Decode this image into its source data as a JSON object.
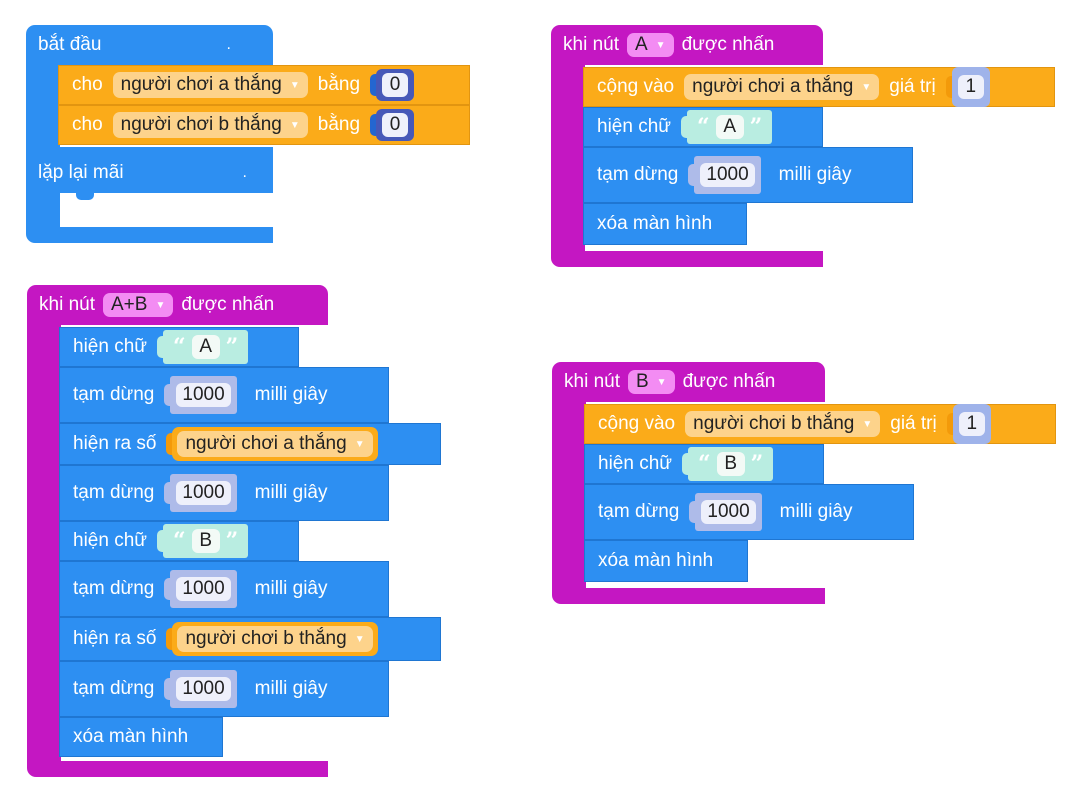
{
  "start": {
    "hat": "bắt đầu",
    "dot": ".",
    "set_label": "cho",
    "eq_label": "bằng",
    "var_a": "người chơi a thắng",
    "var_b": "người chơi b thắng",
    "value_a": "0",
    "value_b": "0"
  },
  "forever": {
    "label": "lặp lại mãi",
    "dot": "."
  },
  "on_a": {
    "prefix": "khi nút",
    "button": "A",
    "suffix": "được nhấn",
    "change_label": "cộng vào",
    "var": "người chơi a thắng",
    "by_label": "giá trị",
    "by_value": "1",
    "show_label": "hiện chữ",
    "text": "A",
    "pause_label": "tạm dừng",
    "pause_value": "1000",
    "ms_label": "milli giây",
    "clear_label": "xóa màn hình"
  },
  "on_ab": {
    "prefix": "khi nút",
    "button": "A+B",
    "suffix": "được nhấn",
    "show_label": "hiện chữ",
    "text_a": "A",
    "text_b": "B",
    "pause_label": "tạm dừng",
    "pause_value": "1000",
    "ms_label": "milli giây",
    "shownum_label": "hiện ra số",
    "var_a": "người chơi a thắng",
    "var_b": "người chơi b thắng",
    "clear_label": "xóa màn hình"
  },
  "on_b": {
    "prefix": "khi nút",
    "button": "B",
    "suffix": "được nhấn",
    "change_label": "cộng vào",
    "var": "người chơi b thắng",
    "by_label": "giá trị",
    "by_value": "1",
    "show_label": "hiện chữ",
    "text": "B",
    "pause_label": "tạm dừng",
    "pause_value": "1000",
    "ms_label": "milli giây",
    "clear_label": "xóa màn hình"
  },
  "quote_open": "“",
  "quote_close": "”",
  "caret": "▼",
  "colors": {
    "event": "#c417c2",
    "basic": "#2d8ff2",
    "variable": "#fbab19",
    "text": "#b9ede1",
    "number": "#4658b8"
  }
}
